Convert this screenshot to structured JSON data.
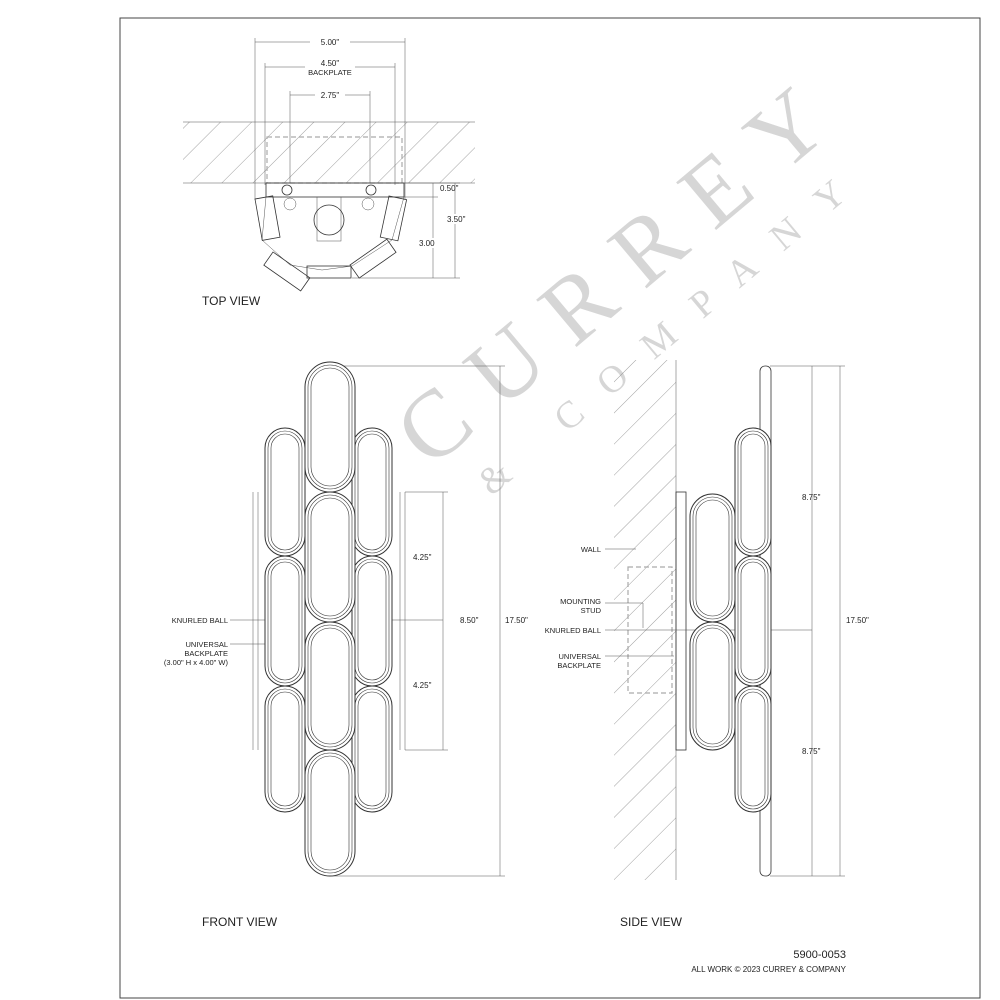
{
  "top_view": {
    "title": "TOP VIEW",
    "dim_overall_width": "5.00\"",
    "dim_backplate_width": "4.50\"",
    "dim_backplate_label": "BACKPLATE",
    "dim_stud_spacing": "2.75\"",
    "dim_backplate_depth": "0.50\"",
    "dim_depth": "3.00",
    "dim_overall_depth": "3.50\""
  },
  "front_view": {
    "title": "FRONT VIEW",
    "dim_upper": "4.25\"",
    "dim_lower": "4.25\"",
    "dim_backplate_span": "8.50\"",
    "dim_overall_height": "17.50\"",
    "label_knurled_ball": "KNURLED BALL",
    "label_backplate_1": "UNIVERSAL",
    "label_backplate_2": "BACKPLATE",
    "label_backplate_3": "(3.00\" H x 4.00\" W)"
  },
  "side_view": {
    "title": "SIDE VIEW",
    "dim_upper": "8.75\"",
    "dim_lower": "8.75\"",
    "dim_overall_height": "17.50\"",
    "label_wall": "WALL",
    "label_stud_1": "MOUNTING",
    "label_stud_2": "STUD",
    "label_knurled_ball": "KNURLED BALL",
    "label_backplate_1": "UNIVERSAL",
    "label_backplate_2": "BACKPLATE"
  },
  "footer": {
    "part_number": "5900-0053",
    "copyright": "ALL WORK © 2023 CURREY & COMPANY"
  },
  "watermark": {
    "word": "CURREY",
    "sub": "& COMPANY"
  }
}
